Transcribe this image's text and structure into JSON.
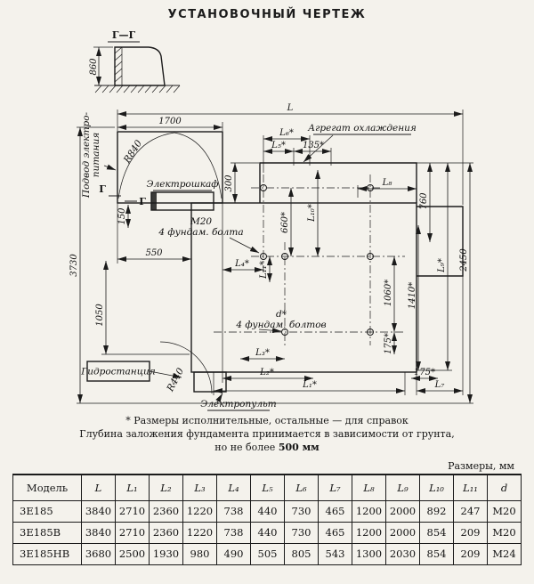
{
  "title": "УСТАНОВОЧНЫЙ ЧЕРТЕЖ",
  "section_view": {
    "label": "Г—Г",
    "dim_860": "860"
  },
  "plan": {
    "labels": {
      "cooling_unit": "Агрегат охлаждения",
      "power_line1": "Подвод электро-",
      "power_line2": "питания",
      "cabinet": "Электрошкаф",
      "hydro": "Гидростанция",
      "console": "Электропульт",
      "m20_line1": "М20",
      "m20_line2": "4 фундам. болта",
      "d_line1": "d*",
      "d_line2": "4 фундам. болтов",
      "r840": "R840",
      "r440": "R440",
      "g_mark1": "Г",
      "g_mark2": "Г"
    },
    "dims": {
      "L": "L",
      "d1700": "1700",
      "d3730": "3730",
      "d550": "550",
      "d1050": "1050",
      "d150": "150",
      "d300": "300",
      "d660": "660*",
      "d760": "760",
      "d2450": "2450",
      "d1410": "1410*",
      "d1060": "1060*",
      "d175_right": "175*",
      "d175_bottom": "175*",
      "d135": "135*",
      "L1": "L₁*",
      "L2": "L₂*",
      "L3": "L₃*",
      "L4": "L₄*",
      "L5": "L₅*",
      "L6": "L₆*",
      "L7": "L₇",
      "L8": "L₈",
      "L9": "L₉*",
      "L10": "L₁₀*",
      "L11": "L₁₁*"
    }
  },
  "notes": {
    "line1": "* Размеры исполнительные, остальные — для справок",
    "line2": "Глубина заложения фундамента принимается в зависимости от грунта,",
    "line3_prefix": "но не более ",
    "line3_bold": "500 мм"
  },
  "table": {
    "caption": "Размеры, мм",
    "headers": [
      "Модель",
      "L",
      "L₁",
      "L₂",
      "L₃",
      "L₄",
      "L₅",
      "L₆",
      "L₇",
      "L₈",
      "L₉",
      "L₁₀",
      "L₁₁",
      "d"
    ],
    "rows": [
      [
        "3Е185",
        "3840",
        "2710",
        "2360",
        "1220",
        "738",
        "440",
        "730",
        "465",
        "1200",
        "2000",
        "892",
        "247",
        "М20"
      ],
      [
        "3Е185В",
        "3840",
        "2710",
        "2360",
        "1220",
        "738",
        "440",
        "730",
        "465",
        "1200",
        "2000",
        "854",
        "209",
        "М20"
      ],
      [
        "3Е185НВ",
        "3680",
        "2500",
        "1930",
        "980",
        "490",
        "505",
        "805",
        "543",
        "1300",
        "2030",
        "854",
        "209",
        "М24"
      ]
    ]
  }
}
